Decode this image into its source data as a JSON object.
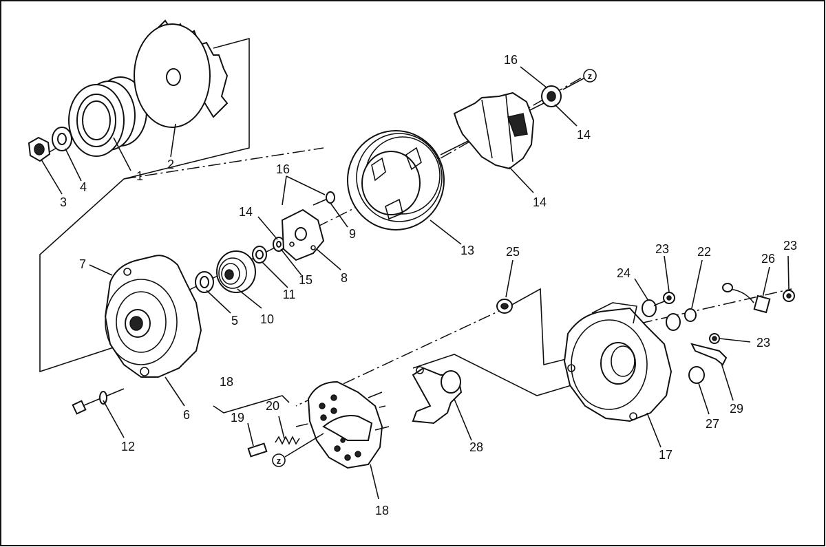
{
  "callouts": {
    "c1": "1",
    "c2": "2",
    "c3": "3",
    "c4": "4",
    "c5": "5",
    "c6": "6",
    "c7": "7",
    "c8": "8",
    "c9": "9",
    "c10": "10",
    "c11": "11",
    "c12": "12",
    "c13": "13",
    "c14a": "14",
    "c14b": "14",
    "c14c": "14",
    "c15": "15",
    "c16a": "16",
    "c16b": "16",
    "c17": "17",
    "c18a": "18",
    "c18b": "18",
    "c19": "19",
    "c20": "20",
    "c22": "22",
    "c23a": "23",
    "c23b": "23",
    "c23c": "23",
    "c24": "24",
    "c25": "25",
    "c26": "26",
    "c27": "27",
    "c28": "28",
    "c29": "29"
  },
  "refs": {
    "z1": "z",
    "z2": "z"
  }
}
